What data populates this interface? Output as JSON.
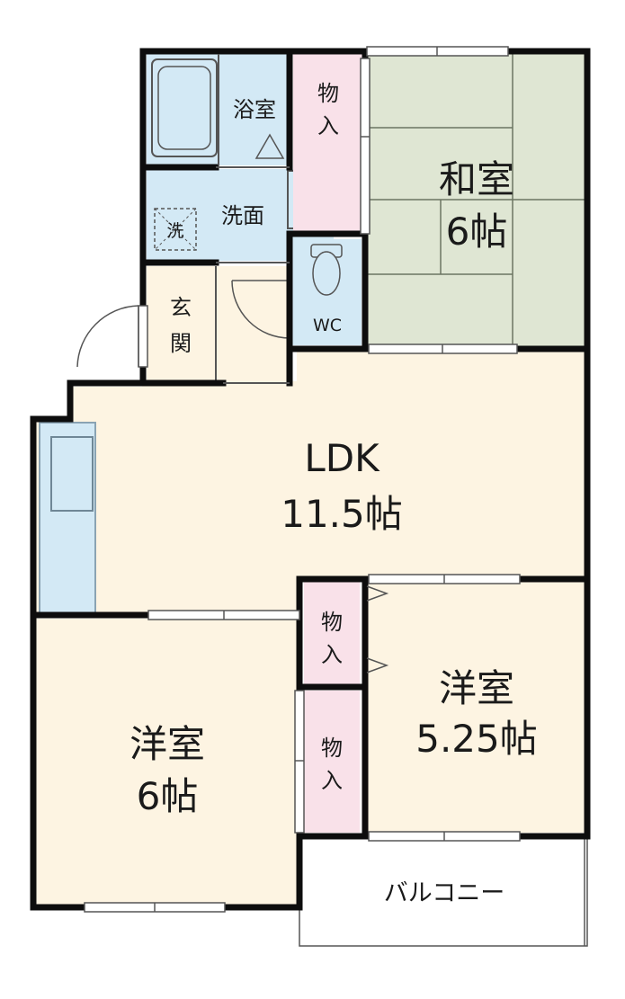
{
  "rooms": {
    "washitsu": {
      "name": "和室",
      "size": "6帖"
    },
    "ldk": {
      "name": "LDK",
      "size": "11.5帖"
    },
    "yoshitsu_left": {
      "name": "洋室",
      "size": "6帖"
    },
    "yoshitsu_right": {
      "name": "洋室",
      "size": "5.25帖"
    },
    "bathroom": "浴室",
    "washroom": "洗面",
    "washer": "洗",
    "toilet": "WC",
    "entrance": "玄関",
    "closet_top_1": "物",
    "closet_top_2": "入",
    "closet_mid_1": "物",
    "closet_mid_2": "入",
    "closet_low_1": "物",
    "closet_low_2": "入",
    "balcony": "バルコニー"
  },
  "colors": {
    "wall": "#0d0d0d",
    "ldk_floor": "#fdf4e2",
    "tatami": "#dfe6d3",
    "wet_area": "#d3e9f5",
    "closet": "#f9e1e9",
    "balcony": "#ffffff"
  }
}
